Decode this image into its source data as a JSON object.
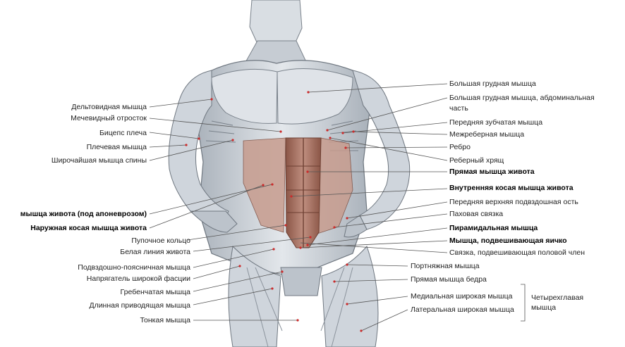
{
  "labels_left": [
    {
      "id": "deltoid",
      "text": "Дельтовидная мышца",
      "bold": false
    },
    {
      "id": "xiphoid",
      "text": "Мечевидный отросток",
      "bold": false
    },
    {
      "id": "biceps",
      "text": "Бицепс плеча",
      "bold": false
    },
    {
      "id": "brachialis",
      "text": "Плечевая мышца",
      "bold": false
    },
    {
      "id": "latissimus",
      "text": "Широчайшая мышца спины",
      "bold": false
    },
    {
      "id": "aponeurosis",
      "text": "мышца живота (под апоневрозом)",
      "bold": true
    },
    {
      "id": "ext_oblique",
      "text": "Наружная косая мышца живота",
      "bold": true
    },
    {
      "id": "umbilical",
      "text": "Пупочное кольцо",
      "bold": false
    },
    {
      "id": "linea_alba",
      "text": "Белая линия живота",
      "bold": false
    },
    {
      "id": "iliopsoas",
      "text": "Подвздошно-поясничная мышца",
      "bold": false
    },
    {
      "id": "tensor",
      "text": "Напрягатель широкой фасции",
      "bold": false
    },
    {
      "id": "pectineus",
      "text": "Гребенчатая мышца",
      "bold": false
    },
    {
      "id": "adductor",
      "text": "Длинная приводящая мышца",
      "bold": false
    },
    {
      "id": "gracilis",
      "text": "Тонкая мышца",
      "bold": false
    }
  ],
  "labels_right": [
    {
      "id": "pec_major",
      "text": "Большая грудная мышца",
      "bold": false
    },
    {
      "id": "pec_abd",
      "text": "Большая грудная мышца, абдоминальная",
      "bold": false
    },
    {
      "id": "pec_abd2",
      "text": "часть",
      "bold": false
    },
    {
      "id": "serratus",
      "text": "Передняя зубчатая мышца",
      "bold": false
    },
    {
      "id": "intercostal",
      "text": "Межреберная мышца",
      "bold": false
    },
    {
      "id": "rib",
      "text": "Ребро",
      "bold": false
    },
    {
      "id": "costal_cart",
      "text": "Реберный хрящ",
      "bold": false
    },
    {
      "id": "rectus",
      "text": "Прямая мышца живота",
      "bold": true
    },
    {
      "id": "int_oblique",
      "text": "Внутренняя косая мышца живота",
      "bold": true
    },
    {
      "id": "asis",
      "text": "Передняя верхняя подвздошная ость",
      "bold": false
    },
    {
      "id": "inguinal",
      "text": "Паховая связка",
      "bold": false
    },
    {
      "id": "pyramidalis",
      "text": "Пирамидальная мышца",
      "bold": true
    },
    {
      "id": "cremaster",
      "text": "Мышца, подвешивающая яичко",
      "bold": true
    },
    {
      "id": "suspensory",
      "text": "Связка, подвешивающая половой член",
      "bold": false
    },
    {
      "id": "sartorius",
      "text": "Портняжная мышца",
      "bold": false
    },
    {
      "id": "rectus_femoris",
      "text": "Прямая мышца бедра",
      "bold": false
    },
    {
      "id": "vastus_med",
      "text": "Медиальная широкая мышца",
      "bold": false
    },
    {
      "id": "vastus_lat",
      "text": "Латеральная широкая мышца",
      "bold": false
    }
  ],
  "group_label": {
    "line1": "Четырехглавая",
    "line2": "мышца"
  },
  "colors": {
    "skin": "#cdd3da",
    "muscle_light": "#e4e8ec",
    "muscle_shadow": "#8b939c",
    "abdominal": "#b07a6a",
    "abdominal_dark": "#8a5546",
    "line": "#555555",
    "dot": "#cc2a2a"
  }
}
